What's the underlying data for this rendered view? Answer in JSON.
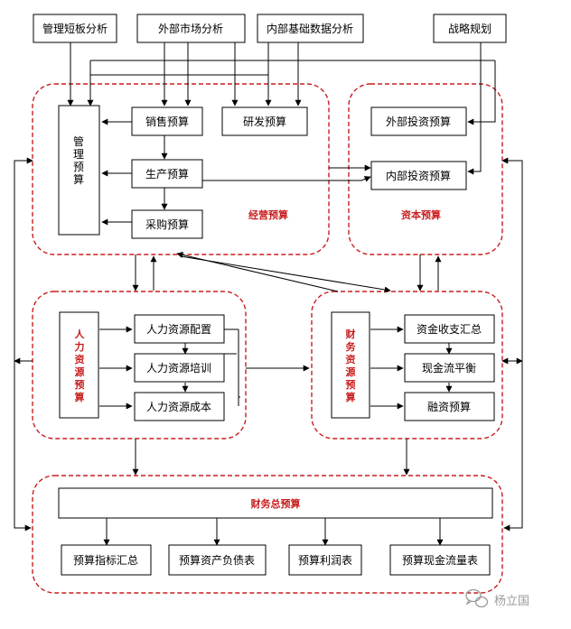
{
  "colors": {
    "accent_red": "#c81e1e",
    "line": "#000000",
    "box_border": "#000000",
    "watermark": "#9a9a9a"
  },
  "top_sources": {
    "mgmt_analysis": "管理短板分析",
    "external_market": "外部市场分析",
    "internal_data": "内部基础数据分析",
    "strategy": "战略规划"
  },
  "operating_budget": {
    "region_label": "经营预算",
    "management_budget": "管理预算",
    "sales_budget": "销售预算",
    "rd_budget": "研发预算",
    "production_budget": "生产预算",
    "purchase_budget": "采购预算"
  },
  "capital_budget": {
    "region_label": "资本预算",
    "external_investment": "外部投资预算",
    "internal_investment": "内部投资预算"
  },
  "hr_budget": {
    "vertical_label": "人力资源预算",
    "allocation": "人力资源配置",
    "training": "人力资源培训",
    "cost": "人力资源成本"
  },
  "financial_resource_budget": {
    "vertical_label": "财务资源预算",
    "cash_summary": "资金收支汇总",
    "cash_balance": "现金流平衡",
    "financing": "融资预算"
  },
  "master_budget": {
    "region_label": "财务总预算",
    "indicator_summary": "预算指标汇总",
    "balance_sheet": "预算资产负债表",
    "income_statement": "预算利润表",
    "cash_flow_statement": "预算现金流量表"
  },
  "watermark": {
    "text": "杨立国",
    "icon": "wechat-icon"
  }
}
